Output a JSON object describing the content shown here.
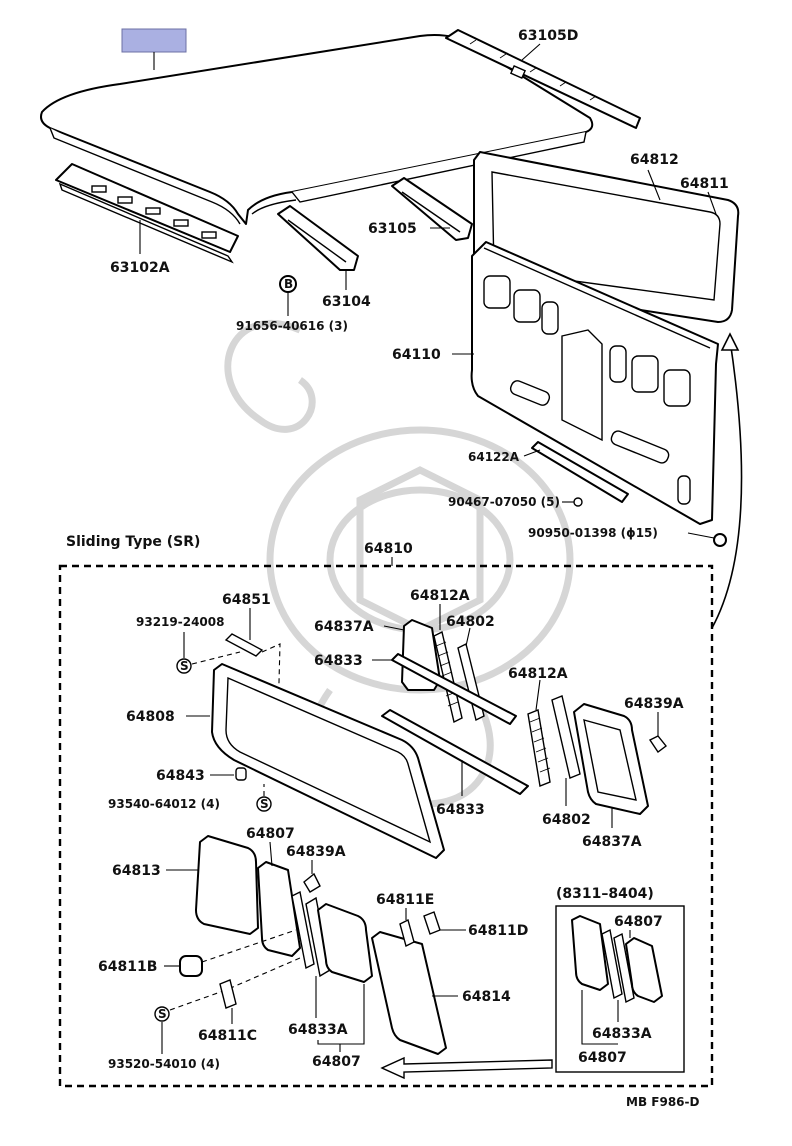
{
  "colors": {
    "highlight_box": "#aab0e2",
    "line": "#000000",
    "watermark": "#d6d6d6",
    "background": "#ffffff"
  },
  "labels": {
    "p63105D": "63105D",
    "p64812_top": "64812",
    "p64811_top": "64811",
    "p63102A": "63102A",
    "p63105": "63105",
    "p63104": "63104",
    "p91656": "91656-40616 (3)",
    "p64110": "64110",
    "p64122A": "64122A",
    "p90467": "90467-07050 (5)",
    "p90950": "90950-01398 (ϕ15)",
    "sliding_type": "Sliding Type (SR)",
    "p64810": "64810",
    "p64851": "64851",
    "p93219": "93219-24008",
    "p64812A_a": "64812A",
    "p64837A_a": "64837A",
    "p64802_a": "64802",
    "p64833_a": "64833",
    "p64808": "64808",
    "p64812A_b": "64812A",
    "p64839A_a": "64839A",
    "p64843": "64843",
    "p93540": "93540-64012 (4)",
    "p64833_b": "64833",
    "p64802_b": "64802",
    "p64837A_b": "64837A",
    "p64807_a": "64807",
    "p64813": "64813",
    "p64839A_b": "64839A",
    "p64811E": "64811E",
    "p64811D": "64811D",
    "p64811B": "64811B",
    "p64814": "64814",
    "p93520": "93520-54010 (4)",
    "p64811C": "64811C",
    "p64833A_a": "64833A",
    "p64807_b": "64807",
    "inset_range": "(8311–8404)",
    "p64807_c": "64807",
    "p64833A_b": "64833A",
    "p64807_d": "64807",
    "diagram_code": "MB F986-D",
    "s_symbol": "S",
    "b_symbol": "B"
  }
}
